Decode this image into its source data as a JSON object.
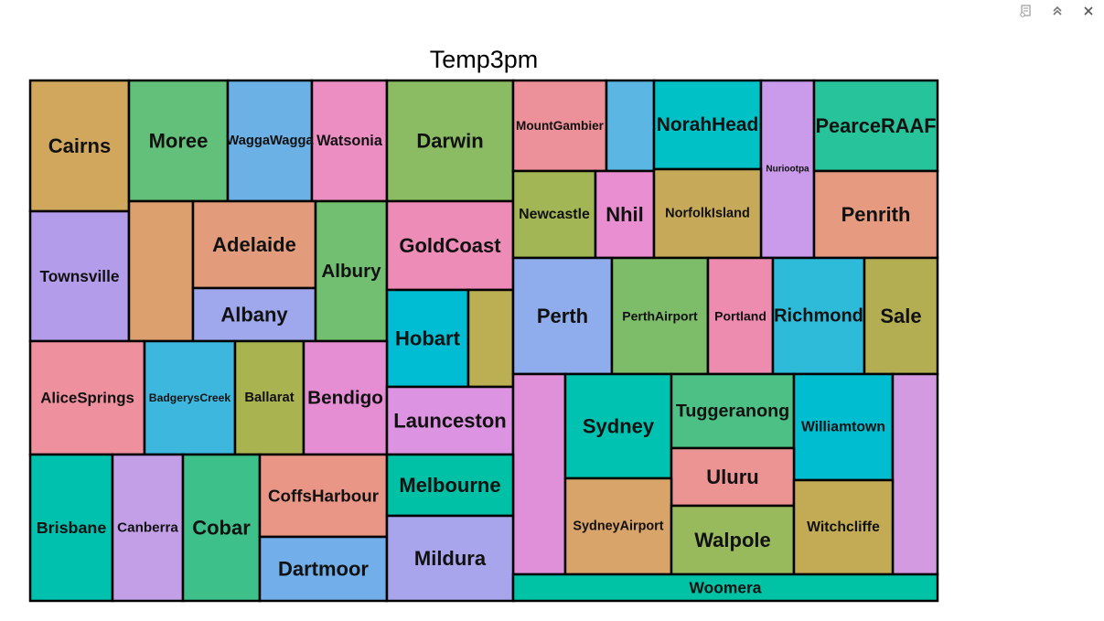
{
  "toolbar": {
    "icons": [
      "export-icon",
      "collapse-icon",
      "close-icon"
    ]
  },
  "chart_data": {
    "type": "treemap",
    "title": "Temp3pm",
    "cells": [
      {
        "label": "Cairns",
        "color": "#D1A75E"
      },
      {
        "label": "Moree",
        "color": "#63C07B"
      },
      {
        "label": "WaggaWagga",
        "color": "#6CB1E6"
      },
      {
        "label": "Watsonia",
        "color": "#EC8EC2"
      },
      {
        "label": "Darwin",
        "color": "#8BBB63"
      },
      {
        "label": "MountGambier",
        "color": "#EC9199"
      },
      {
        "label": "",
        "color": "#5BB6E3"
      },
      {
        "label": "NorahHead",
        "color": "#00C2C6"
      },
      {
        "label": "Nuriootpa",
        "color": "#C99BEA"
      },
      {
        "label": "PearceRAAF",
        "color": "#27C39B"
      },
      {
        "label": "Townsville",
        "color": "#B39CEA"
      },
      {
        "label": "",
        "color": "#DCA06F"
      },
      {
        "label": "Adelaide",
        "color": "#E39C7B"
      },
      {
        "label": "Albany",
        "color": "#9FA8EC"
      },
      {
        "label": "Albury",
        "color": "#73BF71"
      },
      {
        "label": "GoldCoast",
        "color": "#EE8CB8"
      },
      {
        "label": "Newcastle",
        "color": "#A3B655"
      },
      {
        "label": "Nhil",
        "color": "#E98FD1"
      },
      {
        "label": "NorfolkIsland",
        "color": "#C7A95A"
      },
      {
        "label": "Penrith",
        "color": "#E69B80"
      },
      {
        "label": "Hobart",
        "color": "#00BDD4"
      },
      {
        "label": "",
        "color": "#BCAE52"
      },
      {
        "label": "Perth",
        "color": "#8FACEC"
      },
      {
        "label": "PerthAirport",
        "color": "#7DBD6A"
      },
      {
        "label": "Portland",
        "color": "#EE8CAF"
      },
      {
        "label": "Richmond",
        "color": "#2EBBD9"
      },
      {
        "label": "Sale",
        "color": "#B4AE52"
      },
      {
        "label": "AliceSprings",
        "color": "#EE909E"
      },
      {
        "label": "BadgerysCreek",
        "color": "#3DB7DE"
      },
      {
        "label": "Ballarat",
        "color": "#A9B34F"
      },
      {
        "label": "Bendigo",
        "color": "#E58ED4"
      },
      {
        "label": "Launceston",
        "color": "#DC93E1"
      },
      {
        "label": "",
        "color": "#E08FD9"
      },
      {
        "label": "Sydney",
        "color": "#00C2B0"
      },
      {
        "label": "Tuggeranong",
        "color": "#4CC085"
      },
      {
        "label": "Williamtown",
        "color": "#00BDD0"
      },
      {
        "label": "",
        "color": "#D39AE2"
      },
      {
        "label": "Uluru",
        "color": "#EC9494"
      },
      {
        "label": "Brisbane",
        "color": "#00C0AE"
      },
      {
        "label": "Canberra",
        "color": "#C39FE8"
      },
      {
        "label": "Cobar",
        "color": "#3EC08B"
      },
      {
        "label": "CoffsHarbour",
        "color": "#EA9686"
      },
      {
        "label": "Dartmoor",
        "color": "#72AEE9"
      },
      {
        "label": "Melbourne",
        "color": "#00C0A6"
      },
      {
        "label": "Mildura",
        "color": "#A9A5EC"
      },
      {
        "label": "SydneyAirport",
        "color": "#D9A46A"
      },
      {
        "label": "Walpole",
        "color": "#98BA5C"
      },
      {
        "label": "Witchcliffe",
        "color": "#C3AB55"
      },
      {
        "label": "Woomera",
        "color": "#00C2A4"
      }
    ]
  }
}
